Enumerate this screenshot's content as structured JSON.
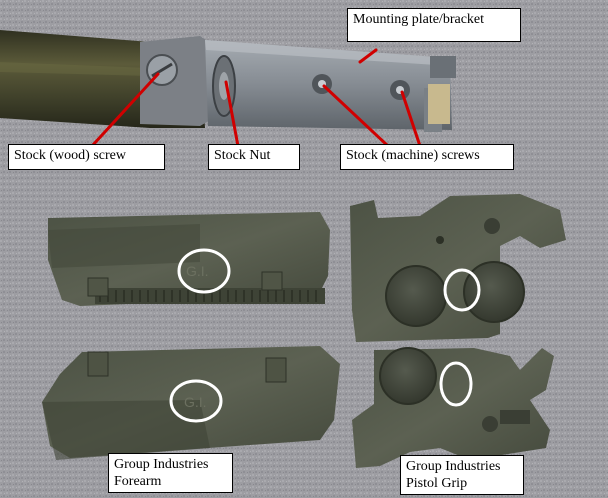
{
  "callouts": {
    "mounting_plate": "Mounting plate/bracket",
    "stock_wood_screw": "Stock (wood) screw",
    "stock_nut": "Stock Nut",
    "stock_machine_screws": "Stock (machine) screws",
    "forearm": {
      "line1": "Group Industries",
      "line2": "Forearm"
    },
    "pistol_grip": {
      "line1": "Group Industries",
      "line2": "Pistol Grip"
    }
  },
  "markings": {
    "forearm_upper": "G.I.",
    "forearm_lower": "G.I."
  },
  "colors": {
    "background_carpet": "#9c9ca0",
    "polymer_part": "#55594c",
    "stock_wood": "#4a4a30",
    "metal_plate": "#8a9096",
    "leader_line": "#d00000",
    "highlight_circle": "#ffffff"
  }
}
